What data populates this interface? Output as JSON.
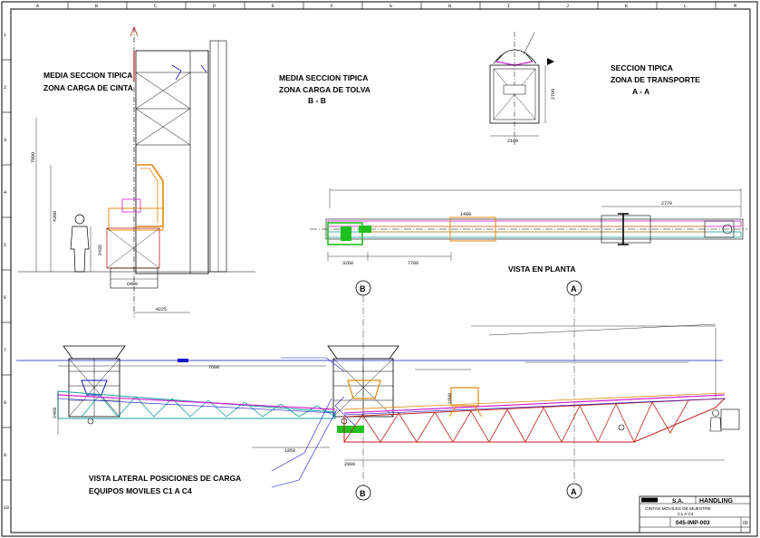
{
  "views": {
    "left_title_1": "MEDIA SECCION TIPICA",
    "left_title_2": "ZONA CARGA DE CINTA",
    "mid_title_1": "MEDIA SECCION TIPICA",
    "mid_title_2": "ZONA CARGA DE TOLVA",
    "mid_title_3": "B - B",
    "right_title_1": "SECCION TIPICA",
    "right_title_2": "ZONA DE TRANSPORTE",
    "right_title_3": "A - A",
    "plan_title": "VISTA EN PLANTA",
    "side_title_1": "VISTA LATERAL POSICIONES DE CARGA",
    "side_title_2": "EQUIPOS MOVILES  C1  A  C4"
  },
  "markers": {
    "b": "B",
    "a": "A"
  },
  "dims": {
    "d_7900": "7900",
    "d_4300": "4300",
    "d_2435": "2435",
    "d_6400": "6400",
    "d_4225": "4225",
    "d_2700": "2700",
    "d_2100": "2100",
    "d_3260": "3260",
    "d_2770": "2770",
    "d_7700": "7700",
    "d_1480": "1480",
    "d_2900": "2900",
    "d_2460": "2460",
    "d_7600": "7600",
    "d_1950": "1950",
    "d_1800": "1800"
  },
  "grid": {
    "top": [
      "A",
      "B",
      "C",
      "D",
      "E",
      "F",
      "G",
      "H",
      "I",
      "J",
      "K",
      "L",
      "M"
    ],
    "side": [
      "1",
      "2",
      "3",
      "4",
      "5",
      "6",
      "7",
      "8",
      "9",
      "10"
    ]
  },
  "title_block": {
    "company": "S.A.",
    "brand": "HANDLING",
    "desc_1": "CINTAS  MOVILES  DE  MUESTRE",
    "desc_2": "C1  A  C4",
    "number": "045-IMP-003",
    "rev": "00"
  },
  "colors": {
    "frame": "#000000",
    "structure_blue": "#1515cc",
    "truss_red": "#c0201a",
    "truss_teal": "#18a0a0",
    "belt_magenta": "#d020d0",
    "hopper_orange": "#e08a10",
    "chute_green": "#20c020"
  }
}
